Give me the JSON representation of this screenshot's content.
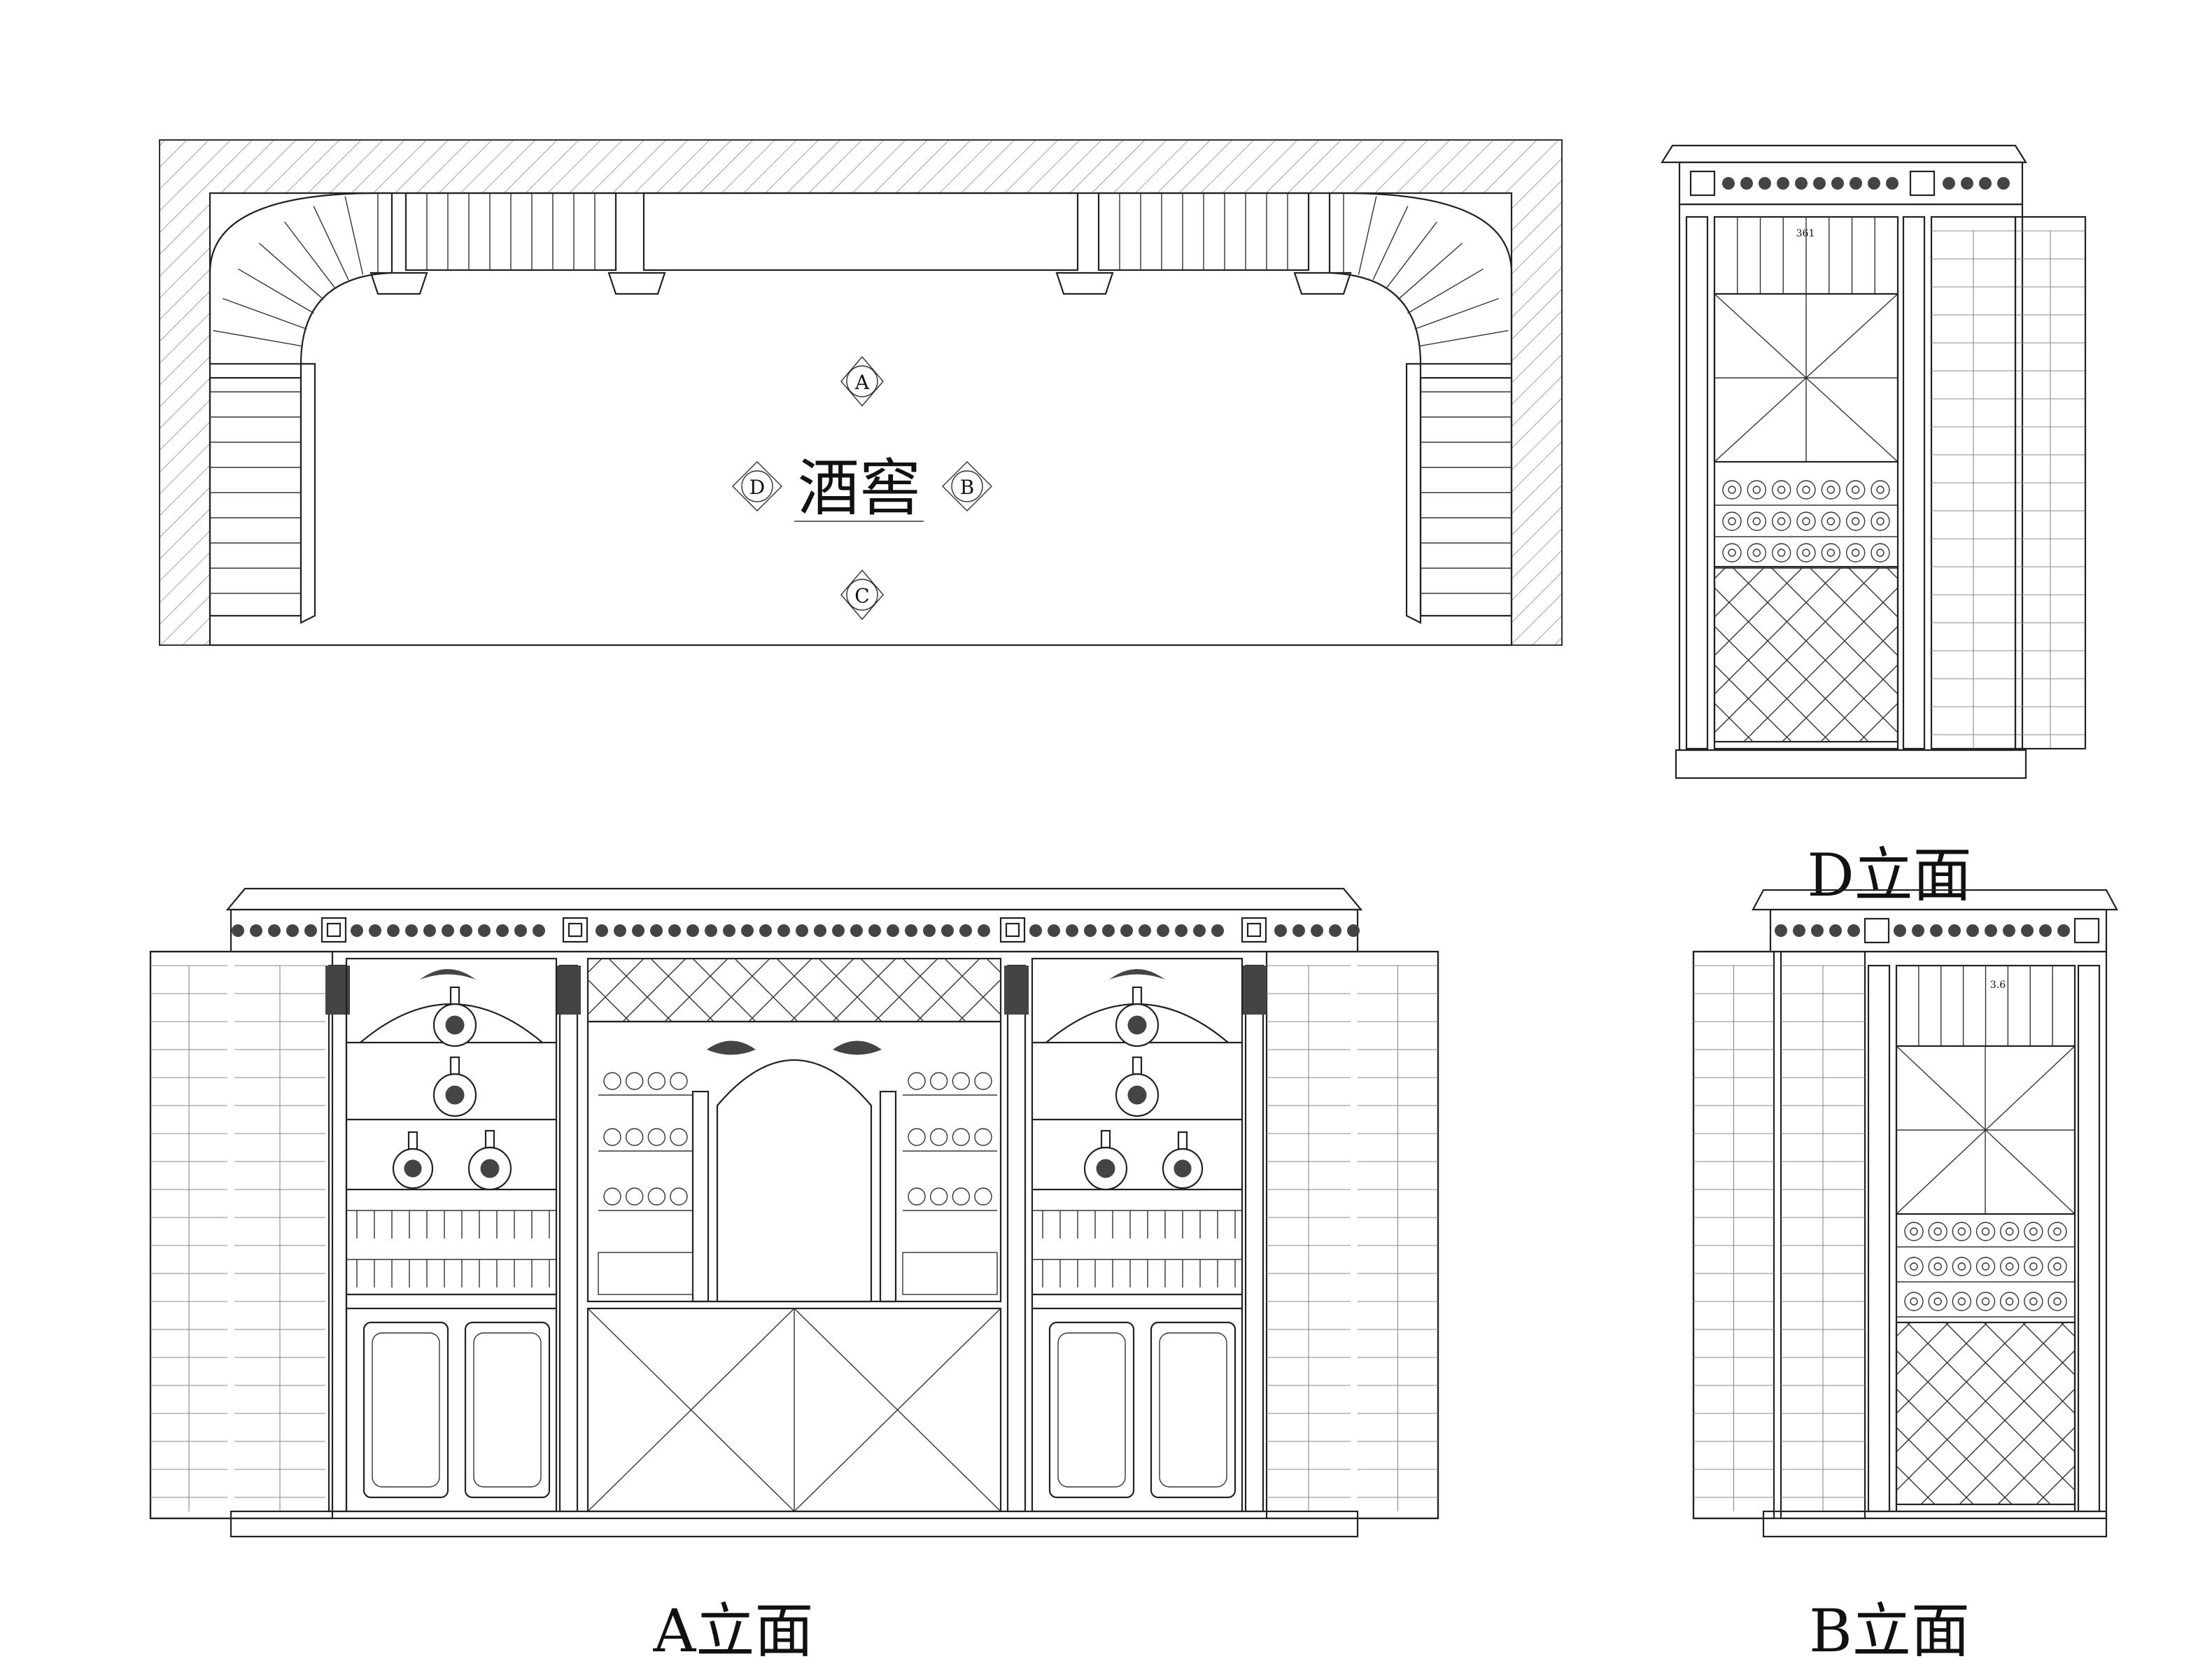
{
  "plan": {
    "room_label": "酒窖",
    "markers": [
      "A",
      "B",
      "C",
      "D"
    ]
  },
  "elevations": {
    "a_title": "A立面",
    "b_title": "B立面",
    "d_title": "D立面"
  },
  "annotations": {
    "d_tag": "361",
    "b_tag": "3.6"
  },
  "colors": {
    "line": "#222222",
    "hatch": "#888888",
    "background": "#ffffff"
  }
}
